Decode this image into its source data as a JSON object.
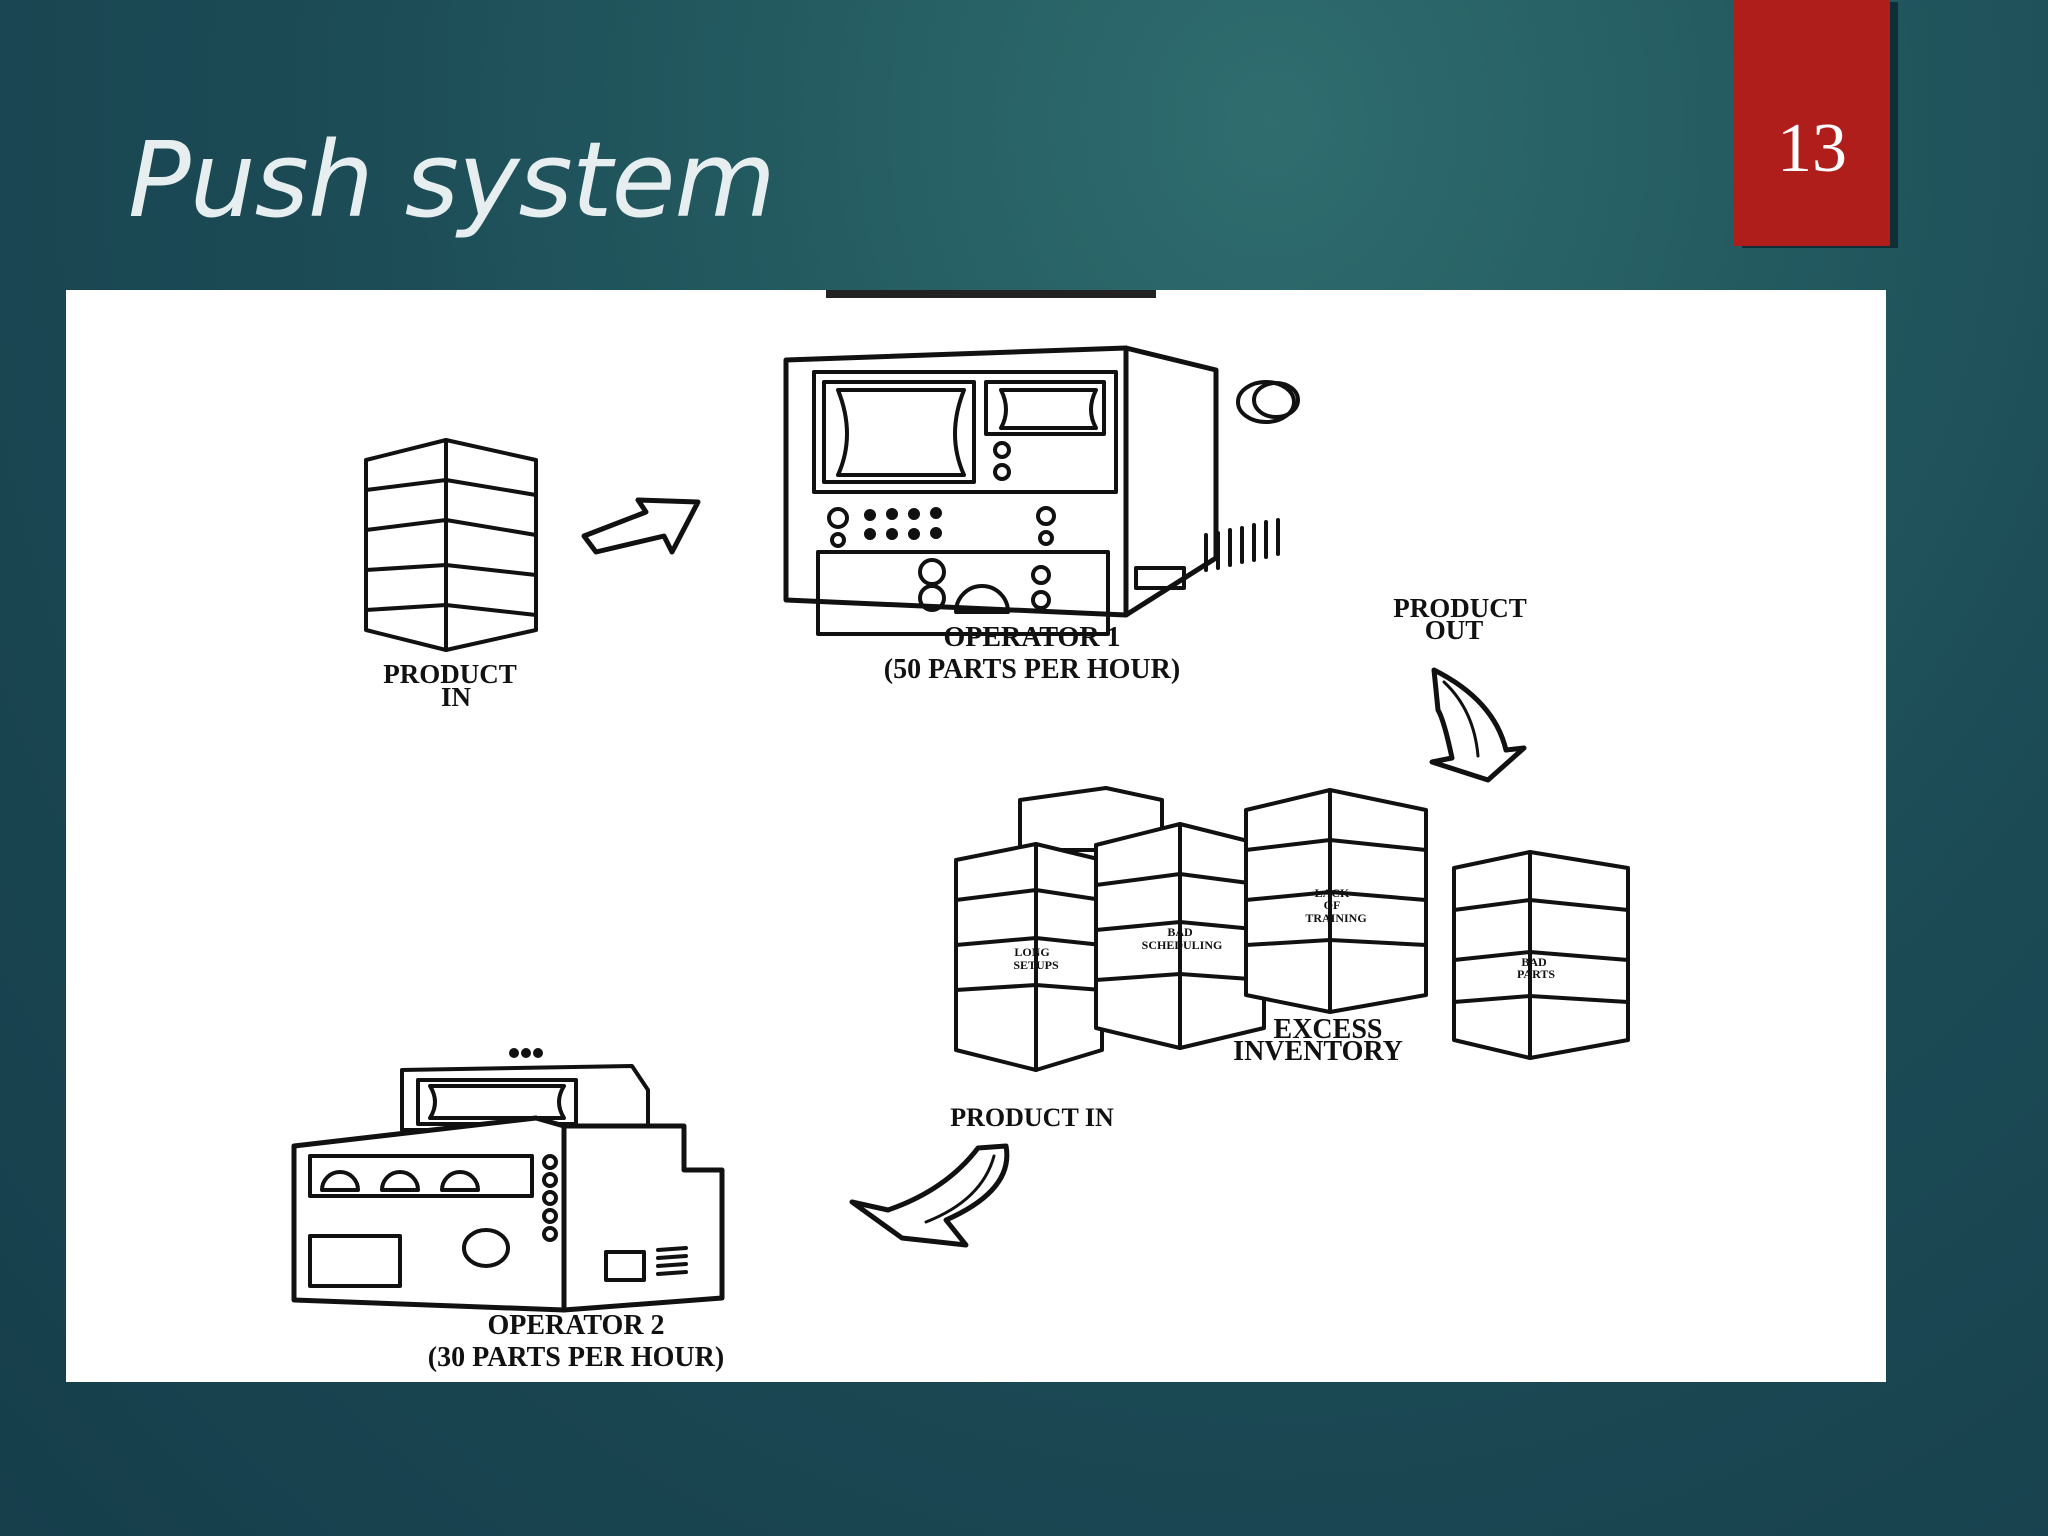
{
  "slide": {
    "title": "Push system",
    "page_number": "13"
  },
  "diagram": {
    "product_in_top": [
      "PRODUCT",
      "IN"
    ],
    "operator1": [
      "OPERATOR  1",
      "(50 PARTS PER HOUR)"
    ],
    "product_out": [
      "PRODUCT",
      "OUT"
    ],
    "inventory_boxes": {
      "long_setups": [
        "LONG",
        "SETUPS"
      ],
      "bad_scheduling": [
        "BAD",
        "SCHEDULING"
      ],
      "lack_of_training": [
        "LACK",
        "OF",
        "TRAINING"
      ],
      "bad_parts": [
        "BAD",
        "PARTS"
      ]
    },
    "excess_inventory": [
      "EXCESS",
      "INVENTORY"
    ],
    "product_in_bottom": "PRODUCT IN",
    "operator2": [
      "OPERATOR  2",
      "(30 PARTS PER HOUR)"
    ]
  }
}
